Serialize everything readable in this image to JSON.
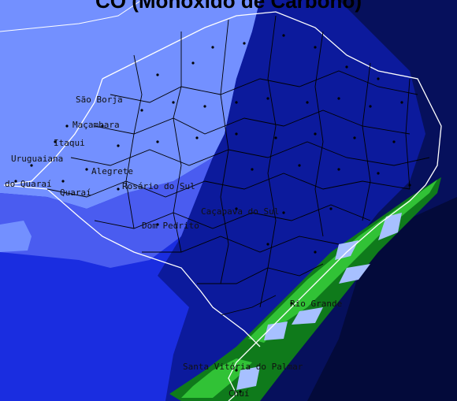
{
  "title": "CO (Monóxido de Carbono)",
  "colors": {
    "frame": "#ffffff",
    "level_lightest": "#7390ff",
    "level_light": "#4a5cf0",
    "level_mid": "#1a2de0",
    "level_dark": "#0c1a9c",
    "level_darkest": "#06105c",
    "level_navy": "#030a3a",
    "lagoon_pale": "#a7c0ff",
    "coast_green_light": "#31c236",
    "coast_green_dark": "#0f7a1b",
    "outline": "#000000"
  },
  "places": [
    {
      "id": "sao-borja",
      "label": "São Borja"
    },
    {
      "id": "macambara",
      "label": "Maçambara"
    },
    {
      "id": "itaqui",
      "label": "Itaqui"
    },
    {
      "id": "uruguaiana",
      "label": "Uruguaiana"
    },
    {
      "id": "alegrete",
      "label": "Alegrete"
    },
    {
      "id": "barra-do-quarai",
      "label": "do Quaraí"
    },
    {
      "id": "quarai",
      "label": "Quaraí"
    },
    {
      "id": "rosario-do-sul",
      "label": "Rosário do Sul"
    },
    {
      "id": "dom-pedrito",
      "label": "Dom Pedrito"
    },
    {
      "id": "cacapava-do-sul",
      "label": "Caçapava do Sul"
    },
    {
      "id": "rio-grande",
      "label": "Rio Grande"
    },
    {
      "id": "santa-vitoria",
      "label": "Santa Vitória do Palmar"
    },
    {
      "id": "chui",
      "label": "Chuí"
    }
  ]
}
